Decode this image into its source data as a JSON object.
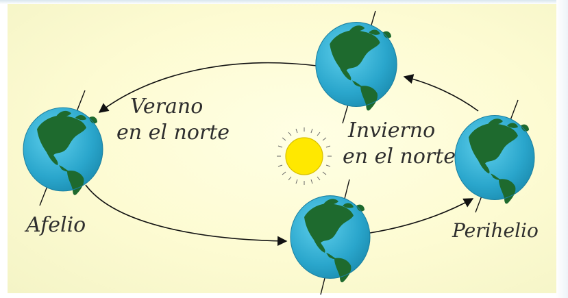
{
  "labels": {
    "summer_north_line1": "Verano",
    "summer_north_line2": "en el norte",
    "winter_north_line1": "Invierno",
    "winter_north_line2": "en el norte",
    "aphelion": "Afelio",
    "perihelion": "Perihelio"
  },
  "colors": {
    "ocean": "#2aa6cc",
    "land": "#1e6a2e",
    "sun": "#ffe800",
    "orbit": "#111111",
    "text": "#2e2e2e"
  },
  "icons": {
    "earth": "earth-globe-icon",
    "sun": "sun-icon"
  }
}
